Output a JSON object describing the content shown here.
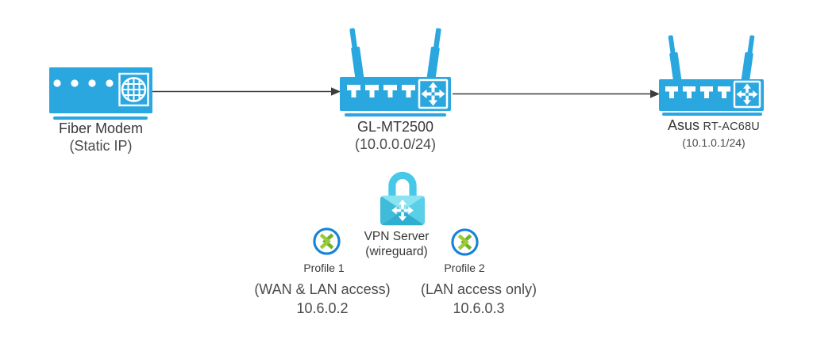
{
  "colors": {
    "device_blue": "#2BA7E0",
    "lock_shackle": "#48C8E9",
    "lock_top": "#8AE3F1",
    "lock_left": "#3FBCDA",
    "lock_right": "#5AD0E8",
    "lock_bottom": "#2FAFD0",
    "profile_ring": "#1583D8",
    "profile_green_light": "#9CCB3A",
    "profile_green_dark": "#6FB32B",
    "connector": "#3D3D3D",
    "label_text": "#383838",
    "detail_text": "#4B4B4B"
  },
  "devices": {
    "modem": {
      "name": "Fiber Modem",
      "subtitle": "(Static IP)"
    },
    "gl_router": {
      "name": "GL-MT2500",
      "subtitle": "(10.0.0.0/24)"
    },
    "asus_router": {
      "brand": "Asus",
      "model": "RT-AC68U",
      "subtitle": "(10.1.0.1/24)"
    }
  },
  "vpn_server": {
    "name": "VPN Server",
    "subtitle": "(wireguard)"
  },
  "profiles": [
    {
      "label": "Profile 1",
      "access": "(WAN & LAN access)",
      "ip": "10.6.0.2"
    },
    {
      "label": "Profile 2",
      "access": "(LAN access only)",
      "ip": "10.6.0.3"
    }
  ],
  "icons": {
    "modem": "modem-globe-icon",
    "router": "wireless-router-icon",
    "vpn": "padlock-router-icon",
    "profile": "remote-session-icon",
    "connector": "right-arrow-connector"
  }
}
